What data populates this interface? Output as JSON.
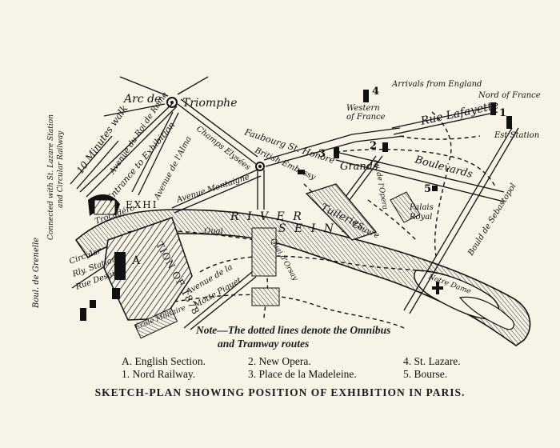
{
  "labels": {
    "arc_de": "Arc de",
    "triomphe": "Triomphe",
    "minutes_walk": "10 Minutes walk",
    "av_roi_rome": "Avenue du Roi de Rome",
    "entrance": "Entrance to Exhibition",
    "av_alma": "Avenue de l'Alma",
    "champs": "Champs Elysées",
    "british_embassy": "British Embassy",
    "faubourg": "Faubourg St. Honore",
    "arrivals_england": "Arrivals from England",
    "nord_of_france": "Nord of France",
    "western": "Western",
    "of_france": "of France",
    "rue_lafayette": "Rue Lafayette",
    "est_station": "Est Station",
    "av_opera": "Av. de l'Opera",
    "grands": "Grands",
    "boulevards": "Boulevards",
    "palais": "Palais",
    "royal": "Royal",
    "tuileries": "Tuileries",
    "louvre": "Louvre",
    "bould_sebastopol": "Bould de Sebastopol",
    "notre_dame": "Notre Dame",
    "av_montaigne": "Avenue Montaigne",
    "quai": "Quai",
    "quai_orsay": "Quai d'Orsay",
    "trocadero": "Trocadéro",
    "bould_grenelle": "Boul. de Grenelle",
    "connected": "Connected with St. Lazare Station",
    "circular_railway": "and Circular Railway",
    "circular": "Circular",
    "rly_station": "Rly. Station",
    "rue_desaix": "Rue Desaix",
    "ecole_militaire": "École Militaire",
    "av_motte_piquet": "Avenue de la",
    "motte_piquet": "Motte Piquet",
    "exhibition_vert": "EXHI",
    "exhibition_vert2": "TION OF 1878",
    "river": "R I V E R",
    "river2": "S E I N E",
    "section_a": "A",
    "num1": "1",
    "num2": "2",
    "num3": "3",
    "num4": "4",
    "num5": "5"
  },
  "note": {
    "line1": "Note—The dotted lines denote the Omnibus",
    "line2": "and Tramway routes"
  },
  "legend": {
    "col1": [
      "A. English Section.",
      "1. Nord Railway."
    ],
    "col2": [
      "2. New Opera.",
      "3. Place de la Madeleine."
    ],
    "col3": [
      "4. St. Lazare.",
      "5. Bourse."
    ]
  },
  "caption": "SKETCH-PLAN SHOWING POSITION OF EXHIBITION IN PARIS.",
  "colors": {
    "ink": "#111111",
    "paper": "#f7f3e6",
    "river": "#2a2a2a"
  }
}
